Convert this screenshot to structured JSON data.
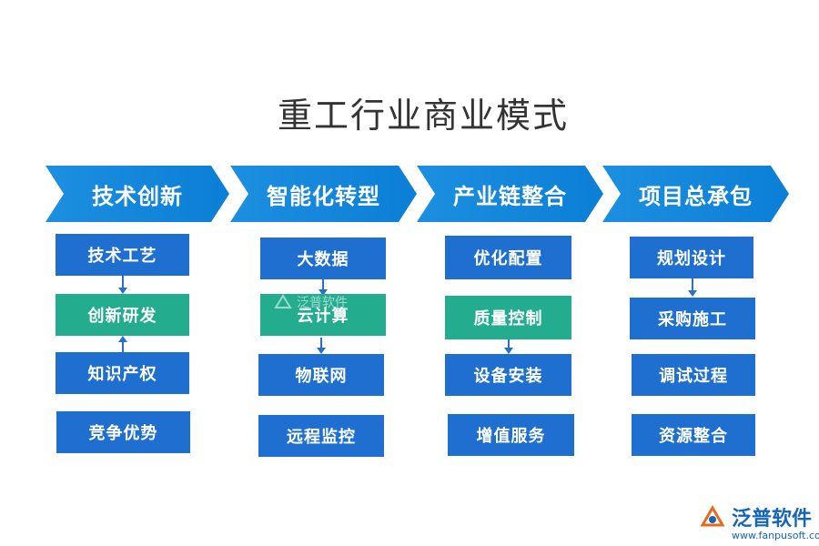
{
  "title": "重工行业商业模式",
  "columns": [
    {
      "header": "技术创新",
      "items": [
        "技术工艺",
        "创新研发",
        "知识产权",
        "竞争优势"
      ]
    },
    {
      "header": "智能化转型",
      "items": [
        "大数据",
        "云计算",
        "物联网",
        "远程监控"
      ]
    },
    {
      "header": "产业链整合",
      "items": [
        "优化配置",
        "质量控制",
        "设备安装",
        "增值服务"
      ]
    },
    {
      "header": "项目总承包",
      "items": [
        "规划设计",
        "采购施工",
        "调试过程",
        "资源整合"
      ]
    }
  ],
  "watermark": "泛普软件",
  "logo": {
    "name": "泛普软件",
    "url": "www.fanpusoft.com"
  },
  "colors": {
    "chevron": "#0b7fd6",
    "box": "#1e6fd0",
    "highlight": "#23ad8e",
    "arrow": "#2a6fcc"
  }
}
